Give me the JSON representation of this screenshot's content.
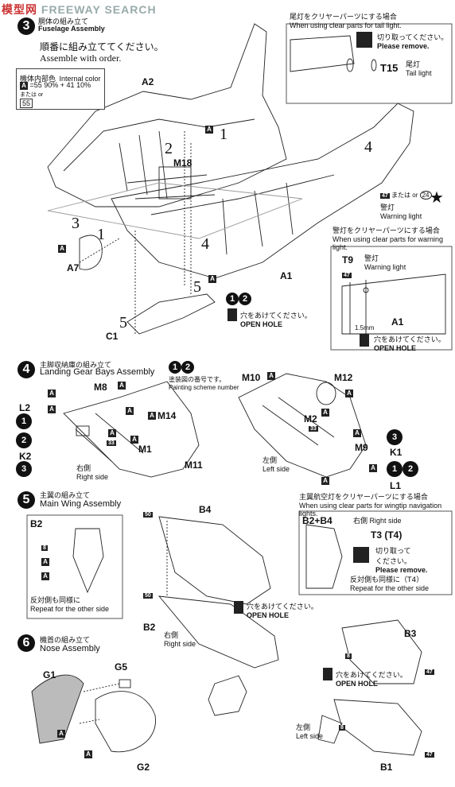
{
  "watermark": "FREEWAY SEARCH",
  "watermark_cn": "模型网",
  "step3": {
    "title_jp": "胴体の組み立て",
    "title_en": "Fuselage Assembly",
    "instruction_jp": "順番に組み立ててください。",
    "instruction_en": "Assemble with order.",
    "color_title_jp": "機体内部色",
    "color_title_en": "Internal color",
    "color_formula": "=55 90% + 41 10%",
    "color_or_jp": "または",
    "color_or_en": "or",
    "color_alt": "55",
    "parts": [
      "A2",
      "M18",
      "A7",
      "C1",
      "A1"
    ],
    "order_numbers": [
      "1",
      "2",
      "3",
      "1",
      "4",
      "5",
      "5",
      "4"
    ]
  },
  "tail_light": {
    "title_jp": "尾灯をクリヤーパーツにする場合",
    "title_en": "When using clear parts for tail light.",
    "cut_jp": "切り取ってください。",
    "cut_en": "Please remove.",
    "part": "T15",
    "label_jp": "尾灯",
    "label_en": "Tail light"
  },
  "warning_light": {
    "color_a": "47",
    "or": "または or",
    "color_b": "24",
    "label_jp": "警灯",
    "label_en": "Warning light",
    "clear_title_jp": "警灯をクリヤーパーツにする場合",
    "clear_title_en": "When using clear parts for warning light.",
    "part": "T9",
    "hole_size": "1.5mm",
    "hole_part": "A1",
    "hole_jp": "穴をあけてください。",
    "hole_en": "OPEN HOLE"
  },
  "open_hole_1": {
    "jp": "穴をあけてください。",
    "en": "OPEN HOLE"
  },
  "step4": {
    "title_jp": "主脚収納庫の組み立て",
    "title_en": "Landing Gear Bays Assembly",
    "paint_jp": "塗装図の番号です。",
    "paint_en": "Painting scheme number",
    "right_jp": "右側",
    "right_en": "Right side",
    "left_jp": "左側",
    "left_en": "Left side",
    "parts": [
      "L2",
      "K2",
      "M8",
      "M14",
      "M1",
      "M11",
      "M10",
      "M12",
      "M2",
      "M9",
      "K1",
      "L1"
    ],
    "tag33": "33"
  },
  "step5": {
    "title_jp": "主翼の組み立て",
    "title_en": "Main Wing Assembly",
    "b2_label": "B2",
    "repeat_jp": "反対側も同様に",
    "repeat_en": "Repeat for the other side",
    "parts": [
      "B4",
      "B2",
      "B3",
      "B1"
    ],
    "tag50": "50",
    "tag8": "8",
    "tag47": "47",
    "right_jp": "右側",
    "right_en": "Right side",
    "left_jp": "左側",
    "left_en": "Left side",
    "hole_jp": "穴をあけてください。",
    "hole_en": "OPEN HOLE"
  },
  "wingtip": {
    "title_jp": "主翼航空灯をクリヤーパーツにする場合",
    "title_en": "When using clear parts for wingtip navigation lights.",
    "label": "B2+B4",
    "side_jp": "右側",
    "side_en": "Right side",
    "part": "T3 (T4)",
    "cut_jp": "切り取って",
    "cut_jp2": "ください。",
    "cut_en": "Please remove.",
    "repeat_jp": "反対側も同様に（T4）",
    "repeat_en": "Repeat for the other side"
  },
  "step6": {
    "title_jp": "機首の組み立て",
    "title_en": "Nose Assembly",
    "parts": [
      "G1",
      "G5",
      "G2"
    ]
  }
}
